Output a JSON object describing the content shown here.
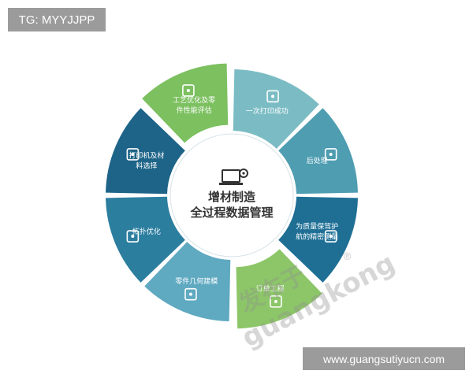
{
  "tag_label": "TG: MYYJJPP",
  "website": "www.guangsutiyucn.com",
  "center": {
    "line1": "增材制造",
    "line2": "全过程数据管理",
    "icon": "computer-gear-icon"
  },
  "segments": [
    {
      "label": [
        "一次打印成功"
      ],
      "color": "#7bbcc4",
      "icon": "checklist-icon"
    },
    {
      "label": [
        "后处理"
      ],
      "color": "#4e9db1",
      "icon": "box-icon"
    },
    {
      "label": [
        "为质量保驾护",
        "航的精密测量"
      ],
      "color": "#1f6f95",
      "icon": "robot-arm-icon"
    },
    {
      "label": [
        "订单工程"
      ],
      "color": "#8cc668",
      "icon": "building-icon"
    },
    {
      "label": [
        "零件几何建模"
      ],
      "color": "#5fa9c1",
      "icon": "tools-icon"
    },
    {
      "label": [
        "拓扑优化"
      ],
      "color": "#2c7e9f",
      "icon": "gears-icon"
    },
    {
      "label": [
        "打印机及材",
        "料选择"
      ],
      "color": "#1e6488",
      "icon": "printer-clock-icon"
    },
    {
      "label": [
        "工艺优化及零",
        "件性能评估"
      ],
      "color": "#7cc060",
      "icon": "tools-icon"
    }
  ],
  "watermark": {
    "cn": "发布于",
    "en": "guangkong",
    "mark": "®"
  }
}
